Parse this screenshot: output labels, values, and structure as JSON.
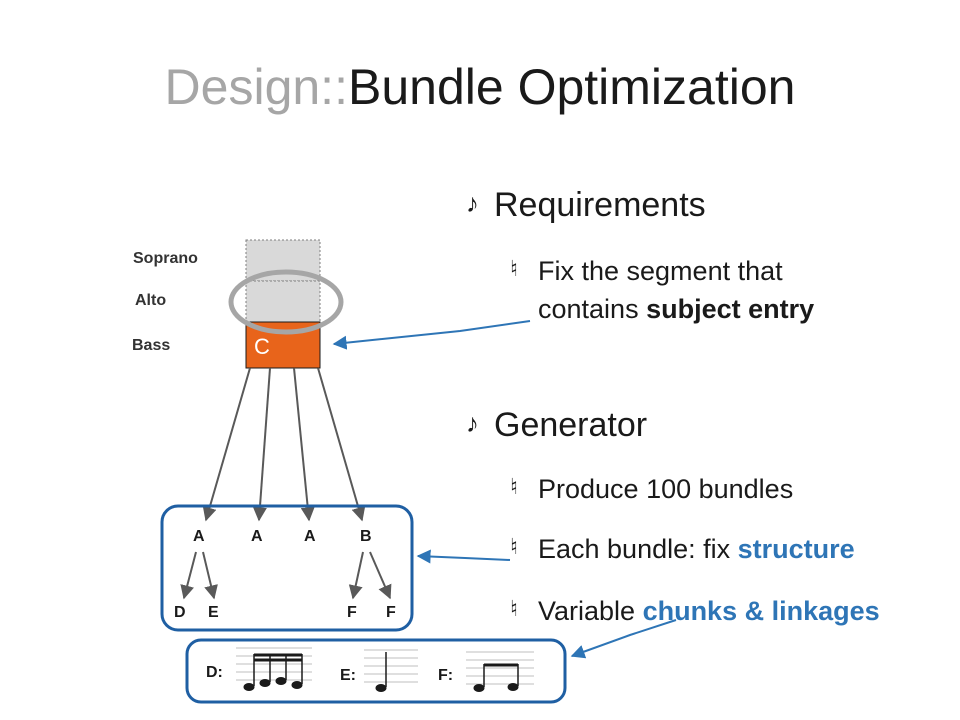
{
  "title": {
    "prefix": "Design::",
    "main": "Bundle Optimization"
  },
  "bullets": {
    "requirements": {
      "marker": "♪",
      "label": "Requirements",
      "items": [
        {
          "marker": "♮",
          "line1": "Fix the segment that",
          "line2_plain": "contains ",
          "line2_bold": "subject entry"
        }
      ]
    },
    "generator": {
      "marker": "♪",
      "label": "Generator",
      "items": [
        {
          "marker": "♮",
          "text": "Produce 100 bundles"
        },
        {
          "marker": "♮",
          "plain": "Each bundle:  fix ",
          "highlight": "structure"
        },
        {
          "marker": "♮",
          "plain": "Variable ",
          "highlight": "chunks & linkages"
        }
      ]
    }
  },
  "voices": {
    "soprano": "Soprano",
    "alto": "Alto",
    "bass": "Bass"
  },
  "segment": {
    "bass_note": "C",
    "fill_color": "#e8641b",
    "empty_color": "#d9d9d9"
  },
  "tree": {
    "top": [
      "A",
      "A",
      "A",
      "B"
    ],
    "bottom": [
      "D",
      "E",
      "F",
      "F"
    ]
  },
  "chunks": {
    "d": "D:",
    "e": "E:",
    "f": "F:"
  },
  "colors": {
    "accent": "#2e75b6",
    "frame": "#1f5fa3",
    "arrow": "#5b9bd5",
    "ellipse": "#a6a6a6"
  }
}
